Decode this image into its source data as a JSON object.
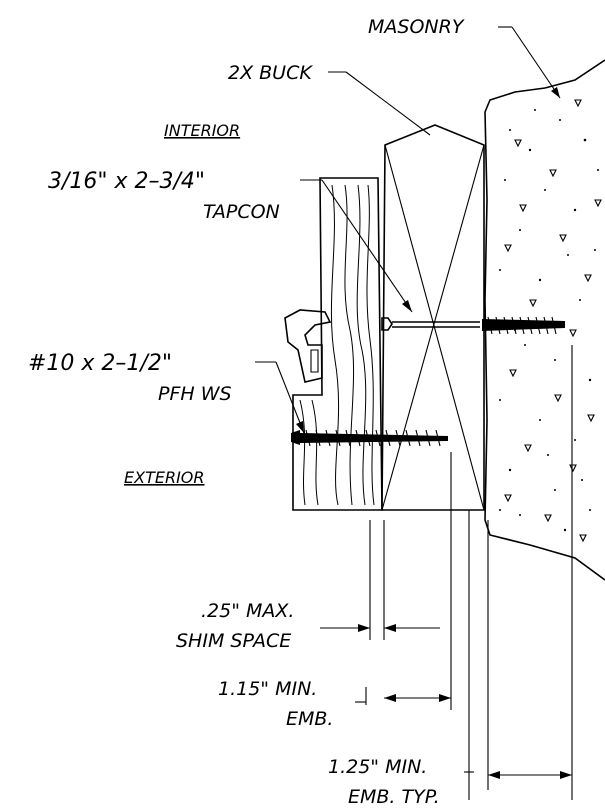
{
  "labels": {
    "masonry": "MASONRY",
    "buck": "2X BUCK",
    "interior": "INTERIOR",
    "exterior": "EXTERIOR",
    "tapcon_line1": "3/16\" x 2–3/4\"",
    "tapcon_line2": "TAPCON",
    "screw_line1": "#10 x 2–1/2\"",
    "screw_line2": "PFH WS",
    "shim_line1": ".25\" MAX.",
    "shim_line2": "SHIM SPACE",
    "emb1_line1": "1.15\" MIN.",
    "emb1_line2": "EMB.",
    "emb2_line1": "1.25\" MIN.",
    "emb2_line2": "EMB. TYP."
  }
}
